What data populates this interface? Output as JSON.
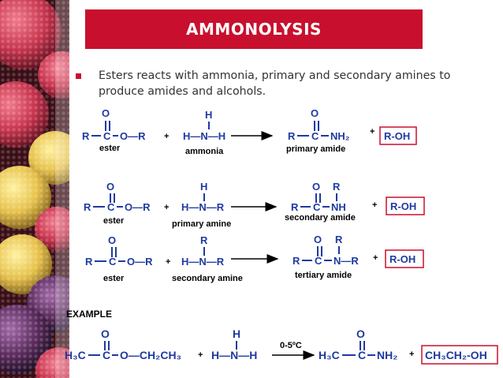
{
  "header": {
    "title": "AMMONOLYSIS"
  },
  "bullet": {
    "text": "Esters reacts with ammonia, primary and secondary amines to produce amides and alcohols."
  },
  "common": {
    "O": "O",
    "C": "C",
    "R": "R",
    "H": "H",
    "N": "N",
    "NH": "NH",
    "OR": "O—R",
    "plus": "+",
    "ROH": "R-OH",
    "ester": "ester"
  },
  "r1": {
    "HNH": "H—N—H",
    "reagent": "ammonia",
    "NH2": "NH₂",
    "product": "primary amide"
  },
  "r2": {
    "HNR": "H—N—R",
    "reagent": "primary amine",
    "product": "secondary amide"
  },
  "r3": {
    "HNR": "H—N—R",
    "reagent": "secondary amine",
    "product": "tertiary amide",
    "NR": "N—R"
  },
  "example": {
    "label": "EXAMPLE",
    "H3C": "H₃C",
    "OCH2CH3": "O—CH₂CH₃",
    "HNH": "H—N—H",
    "condition": "0-5ºC",
    "NH2": "NH₂",
    "alcohol": "CH₃CH₂-OH"
  },
  "colors": {
    "accent": "#c8102e",
    "structure": "#1f3aa0"
  }
}
